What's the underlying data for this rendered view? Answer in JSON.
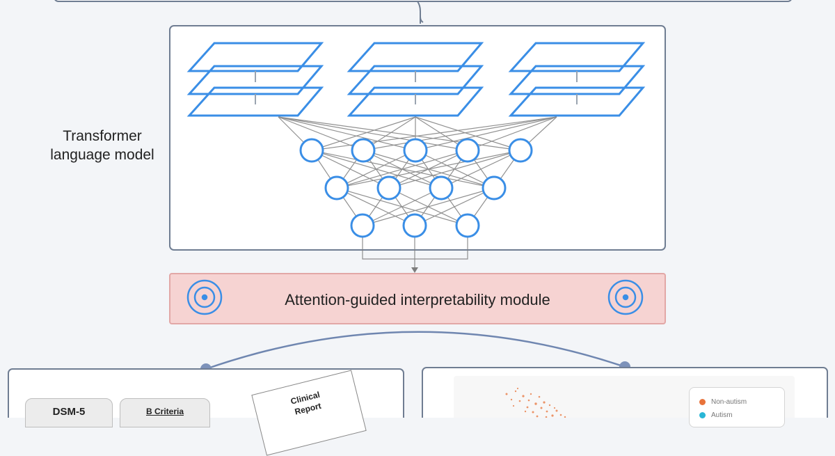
{
  "model_label": [
    "Transformer",
    "language model"
  ],
  "module_label": "Attention-guided interpretability module",
  "left_panel": {
    "tab_dsm": "DSM-5",
    "tab_criteria": "B Criteria",
    "clinical_card": [
      "Clinical",
      "Report"
    ]
  },
  "right_panel": {
    "legend": [
      "Non-autism",
      "Autism"
    ]
  },
  "colors": {
    "layer_stroke": "#3a8ee6",
    "node_stroke": "#3a8ee6",
    "module_fill": "#f6d3d2",
    "panel_stroke": "#6f7d92",
    "scatter": "#e8733a",
    "legend_nonautism": "#e8733a",
    "legend_autism": "#29b6d6"
  }
}
